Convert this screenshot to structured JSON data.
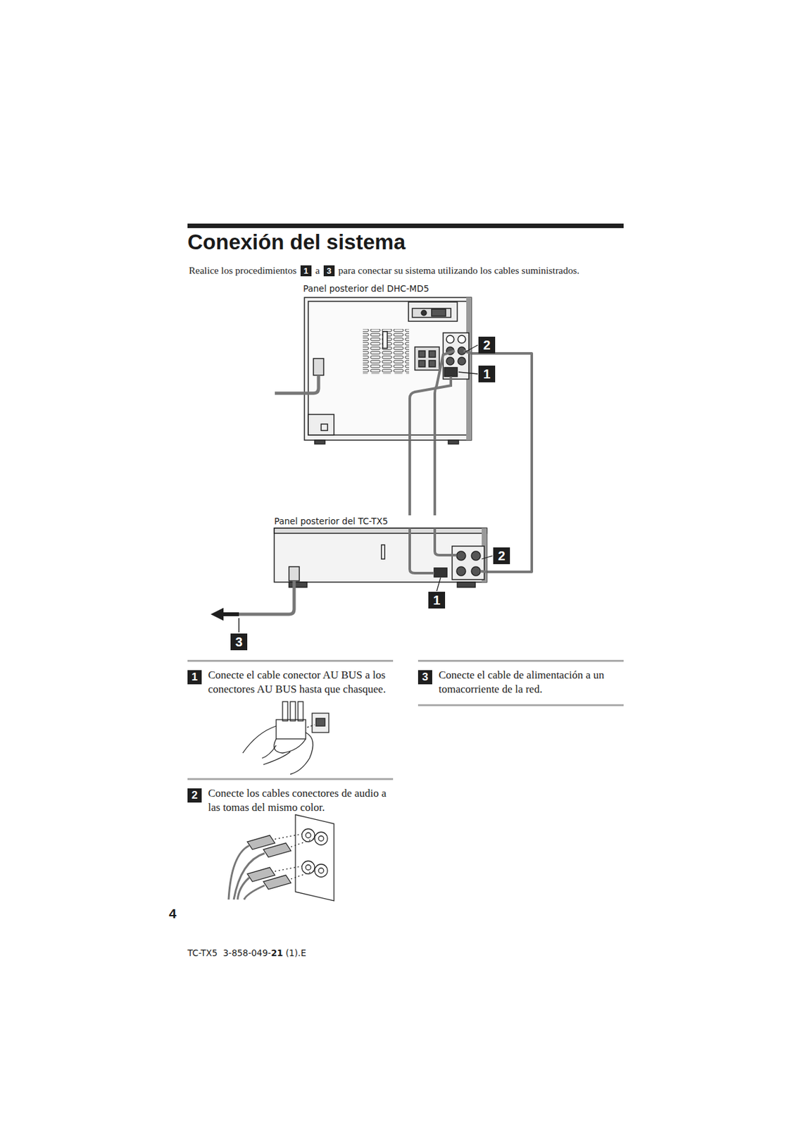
{
  "diagram": {
    "title": "Conexión del sistema",
    "nodes": [
      {
        "text": [
          "Panel posterior del DHC-MD5"
        ]
      },
      {
        "text": [
          "Panel posterior del TC-TX5"
        ]
      }
    ],
    "edges": [
      {
        "from": 0,
        "to": 1,
        "arrow": "none"
      },
      {
        "from": 0,
        "to": 1,
        "arrow": "none"
      },
      {
        "from": 0,
        "to": 1,
        "arrow": "none"
      }
    ],
    "labels": [
      "Realice los procedimientos",
      "1",
      "a",
      "3",
      "para conectar su sistema utilizando los cables suministrados.",
      "2",
      "1",
      "2",
      "1",
      "3",
      "1",
      "Conecte el cable conector AU BUS a los conectores AU BUS hasta que chasquee.",
      "2",
      "Conecte los cables conectores de audio a las tomas del mismo color.",
      "3",
      "Conecte el cable de alimentación a un tomacorriente de la red.",
      "4",
      "TC-TX5  3-858-049-",
      "21",
      "(1).E"
    ]
  }
}
